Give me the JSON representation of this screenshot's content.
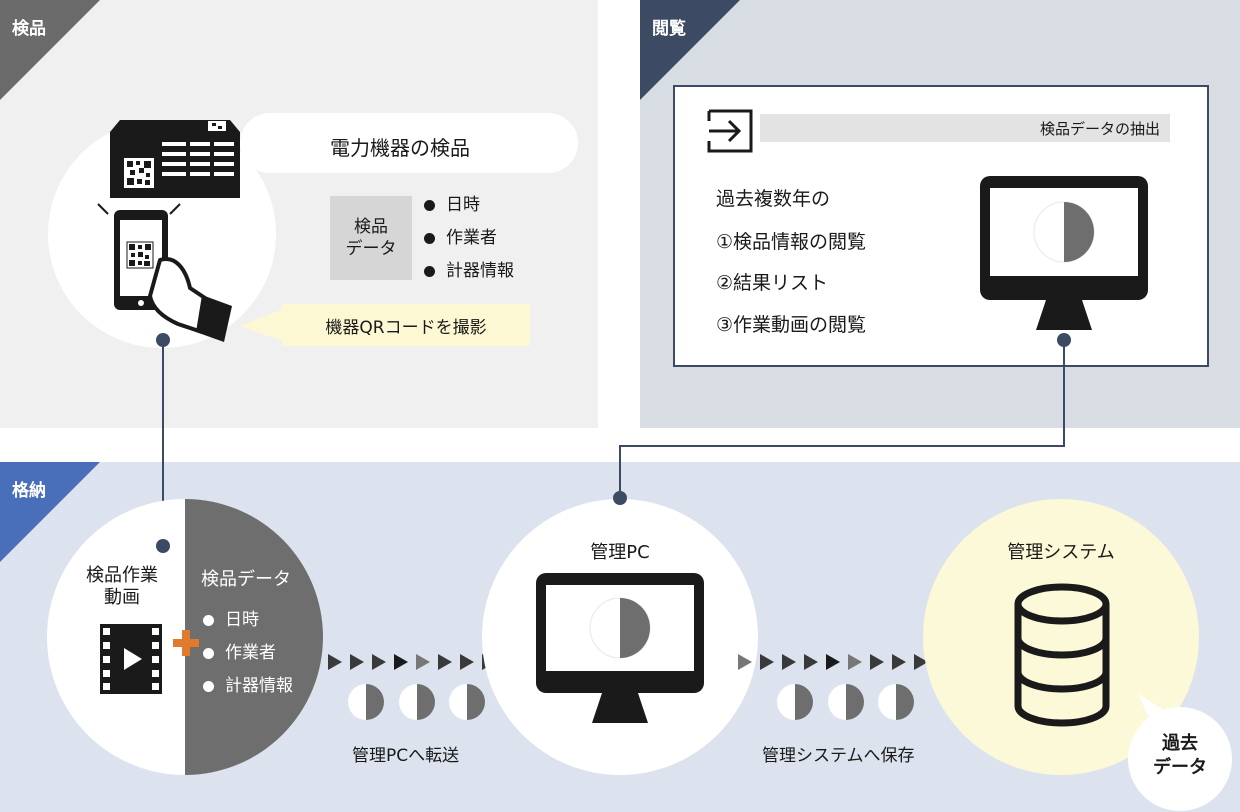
{
  "sections": {
    "inspection": {
      "tag": "検品"
    },
    "viewing": {
      "tag": "閲覧"
    },
    "storage": {
      "tag": "格納"
    }
  },
  "inspection": {
    "title": "電力機器の検品",
    "data_box_label": "検品\nデータ",
    "items": [
      "日時",
      "作業者",
      "計器情報"
    ],
    "callout": "機器QRコードを撮影"
  },
  "viewing": {
    "extract_label": "検品データの抽出",
    "lines": [
      "過去複数年の",
      "①検品情報の閲覧",
      "②結果リスト",
      "③作業動画の閲覧"
    ]
  },
  "storage": {
    "video_label": "検品作業\n動画",
    "data_title": "検品データ",
    "items": [
      "日時",
      "作業者",
      "計器情報"
    ],
    "transfer_label": "管理PCへ転送",
    "pc_label": "管理PC",
    "save_label": "管理システムへ保存",
    "system_label": "管理システム",
    "past_data": "過去\nデータ"
  },
  "colors": {
    "inspection_bg": "#f0f0f0",
    "inspection_tag": "#6b6b6b",
    "viewing_bg": "#d8dce3",
    "viewing_tag": "#3c4a63",
    "storage_bg": "#dce3ee",
    "storage_tag": "#4a6fba",
    "callout": "#fdf8d4",
    "system_circle": "#fcf9d9"
  }
}
